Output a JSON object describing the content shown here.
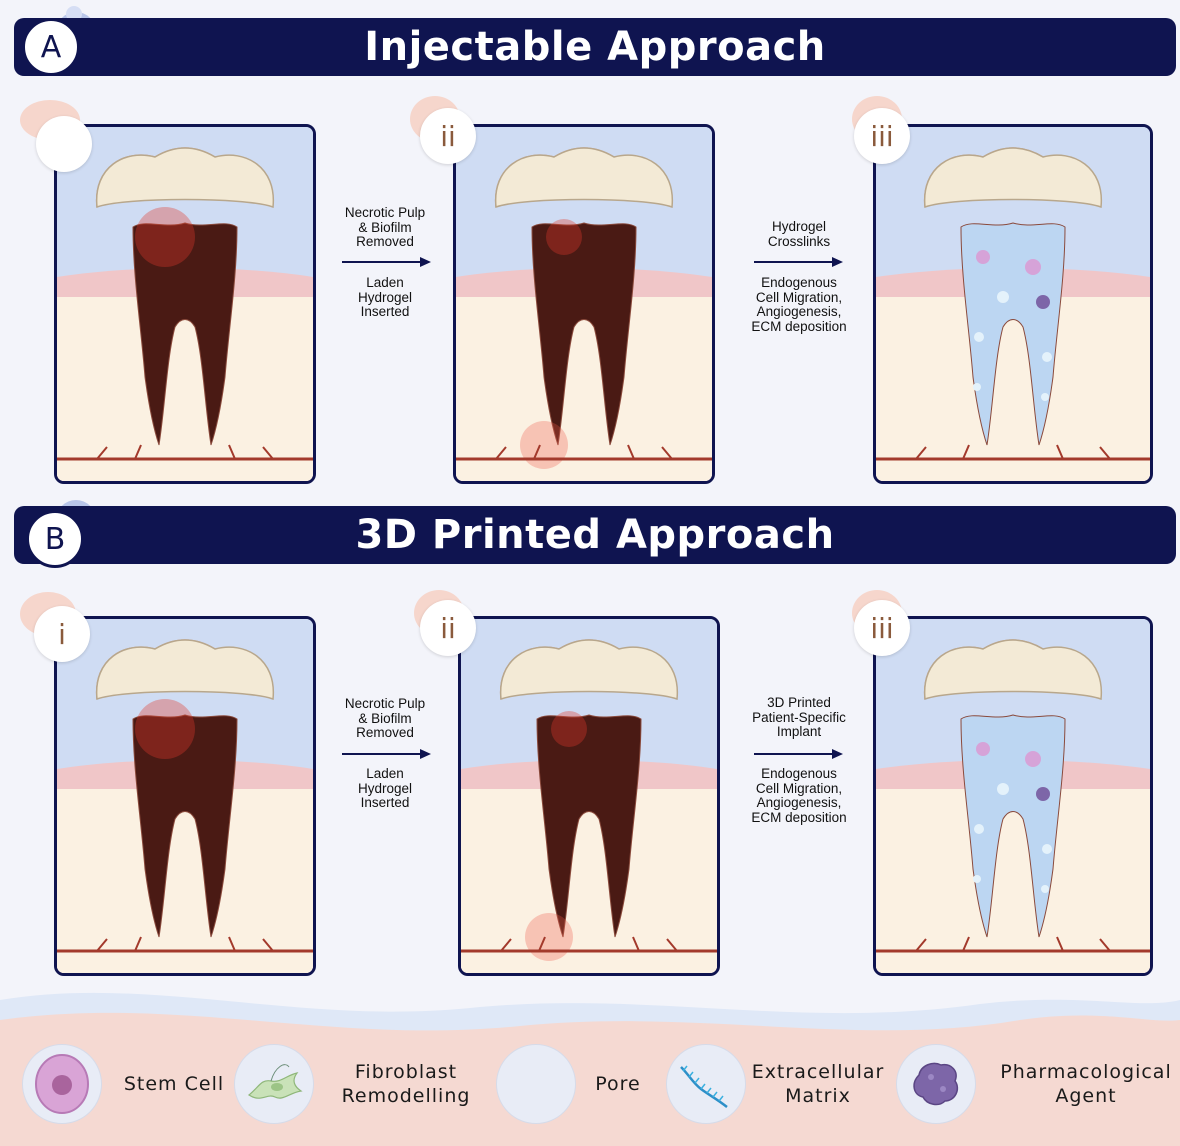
{
  "section_a": {
    "letter": "A",
    "title": "Injectable Approach"
  },
  "section_b": {
    "letter": "B",
    "title": "3D Printed Approach"
  },
  "panels": {
    "i": "i",
    "ii": "ii",
    "iii": "iii"
  },
  "a_steps": {
    "step1_top": [
      "Necrotic Pulp",
      "& Biofilm",
      "Removed"
    ],
    "step1_bottom": [
      "Laden",
      "Hydrogel",
      "Inserted"
    ],
    "step2_top": [
      "Hydrogel",
      "Crosslinks"
    ],
    "step2_bottom": [
      "Endogenous",
      "Cell Migration,",
      "Angiogenesis,",
      "ECM deposition"
    ]
  },
  "b_steps": {
    "step1_top": [
      "Necrotic Pulp",
      "& Biofilm",
      "Removed"
    ],
    "step1_bottom": [
      "Laden",
      "Hydrogel",
      "Inserted"
    ],
    "step2_top": [
      "3D Printed",
      "Patient-Specific",
      "Implant"
    ],
    "step2_bottom": [
      "Endogenous",
      "Cell Migration,",
      "Angiogenesis,",
      "ECM deposition"
    ]
  },
  "legend": [
    {
      "icon": "stem-cell-icon",
      "label": [
        "Stem Cell"
      ]
    },
    {
      "icon": "fibroblast-icon",
      "label": [
        "Fibroblast",
        "Remodelling"
      ]
    },
    {
      "icon": "pore-icon",
      "label": [
        "Pore"
      ]
    },
    {
      "icon": "extracellular-matrix-icon",
      "label": [
        "Extracellular",
        "Matrix"
      ]
    },
    {
      "icon": "pharmacological-agent-icon",
      "label": [
        "Pharmacological",
        "Agent"
      ]
    }
  ],
  "colors": {
    "navy": "#0f1450",
    "enamel": "#f3ead6",
    "dentin": "#f2c5b8",
    "pulp_necrotic": "#4a1a14",
    "hydrogel": "#bcd6f2",
    "gum": "#f0c6c8",
    "bone": "#fbf1e2",
    "sky": "#cfdcf3",
    "legend_bg": "#f5d9d2"
  }
}
